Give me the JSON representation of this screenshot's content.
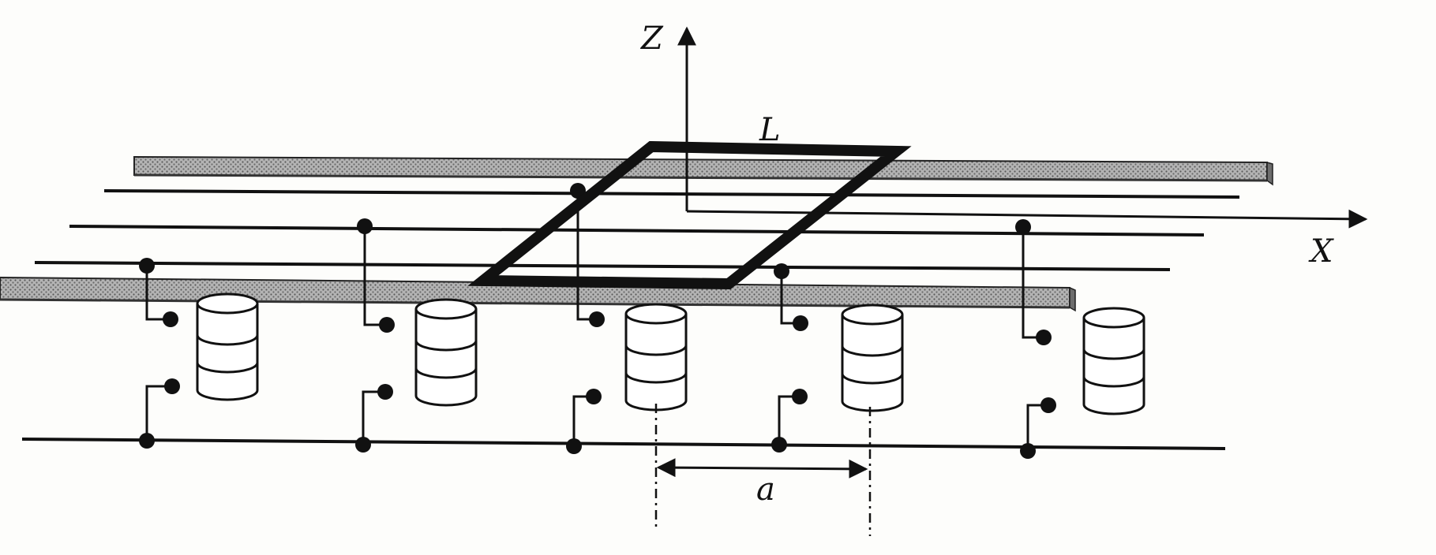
{
  "labels": {
    "z_axis": "Z",
    "x_axis": "X",
    "loop": "L",
    "spacing": "a"
  },
  "colors": {
    "ink": "#111111",
    "rail_fill": "#9a9a9a",
    "paper": "#fdfdfb"
  }
}
